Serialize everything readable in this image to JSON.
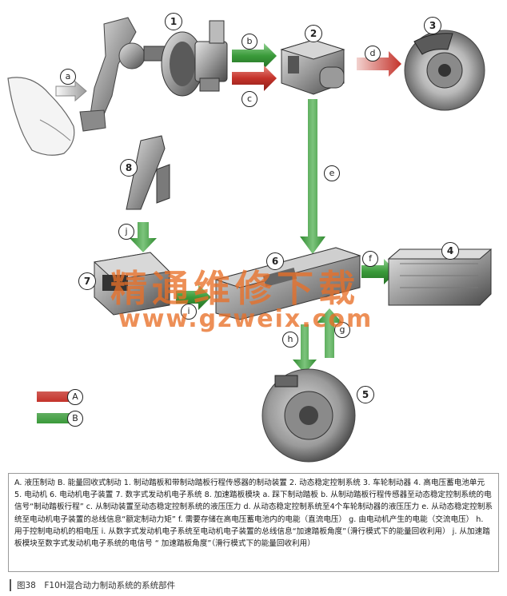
{
  "watermark": {
    "line1": "精通维修下载",
    "line2": "www.gzweix.com"
  },
  "callouts": {
    "n1": "1",
    "n2": "2",
    "n3": "3",
    "n4": "4",
    "n5": "5",
    "n6": "6",
    "n7": "7",
    "n8": "8",
    "a": "a",
    "b": "b",
    "c": "c",
    "d": "d",
    "e": "e",
    "f": "f",
    "g": "g",
    "h": "h",
    "i": "i",
    "j": "j"
  },
  "legend": {
    "items": [
      {
        "label": "A",
        "color": "#c4322a"
      },
      {
        "label": "B",
        "color": "#3a9a3a"
      }
    ]
  },
  "colors": {
    "hydraulic": "#c4322a",
    "regenerative": "#3a9a3a"
  },
  "caption": "A. 液压制动 B. 能量回收式制动 1. 制动踏板和带制动踏板行程传感器的制动装置 2. 动态稳定控制系统 3. 车轮制动器 4. 高电压蓄电池单元 5. 电动机 6. 电动机电子装置 7. 数字式发动机电子系统 8. 加速踏板模块 a. 踩下制动踏板 b. 从制动踏板行程传感器至动态稳定控制系统的电信号“制动踏板行程” c. 从制动装置至动态稳定控制系统的液压压力 d. 从动态稳定控制系统至4个车轮制动器的液压压力 e. 从动态稳定控制系统至电动机电子装置的总线信息“额定制动力矩” f. 需要存储在高电压蓄电池内的电能（直流电压） g. 由电动机产生的电能（交流电压） h. 用于控制电动机的相电压 i. 从数字式发动机电子系统至电动机电子装置的总线信息“加速踏板角度”（滑行模式下的能量回收利用） j. 从加速踏板模块至数字式发动机电子系统的电信号 “ 加速踏板角度”（滑行模式下的能量回收利用）",
  "figure_title": "图38　F10H混合动力制动系统的系统部件"
}
